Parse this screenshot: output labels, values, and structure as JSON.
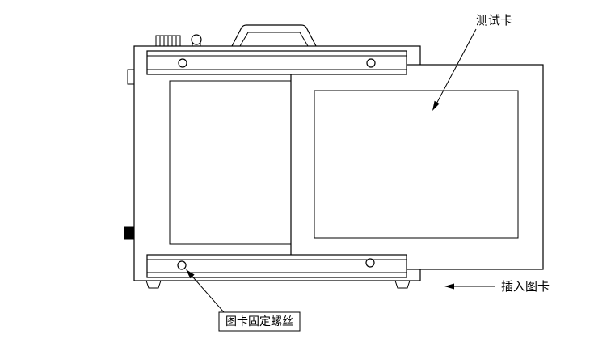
{
  "diagram": {
    "labels": {
      "test_card": "测试卡",
      "insert_card": "插入图卡",
      "card_fixing_screw": "图卡固定螺丝"
    }
  },
  "colors": {
    "line": "#000000",
    "background": "#ffffff"
  }
}
